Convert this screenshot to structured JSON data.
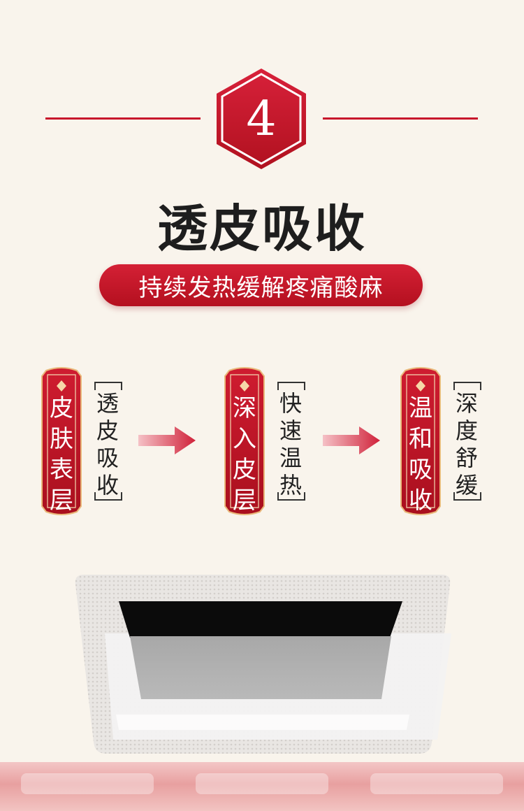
{
  "badge": {
    "number": "4"
  },
  "title": "透皮吸收",
  "subtitle": "持续发热缓解疼痛酸麻",
  "steps": [
    {
      "tag": [
        "皮",
        "肤",
        "表",
        "层"
      ],
      "desc": [
        "透",
        "皮",
        "吸",
        "收"
      ]
    },
    {
      "tag": [
        "深",
        "入",
        "皮",
        "层"
      ],
      "desc": [
        "快",
        "速",
        "温",
        "热"
      ]
    },
    {
      "tag": [
        "温",
        "和",
        "吸",
        "收"
      ],
      "desc": [
        "深",
        "度",
        "舒",
        "缓"
      ]
    }
  ],
  "colors": {
    "accent": "#c8162b",
    "background": "#f9f4ec",
    "title": "#1e1e1e"
  },
  "icons": [
    "hexagon-badge",
    "arrow-right-icon",
    "diamond-ornament-icon"
  ]
}
